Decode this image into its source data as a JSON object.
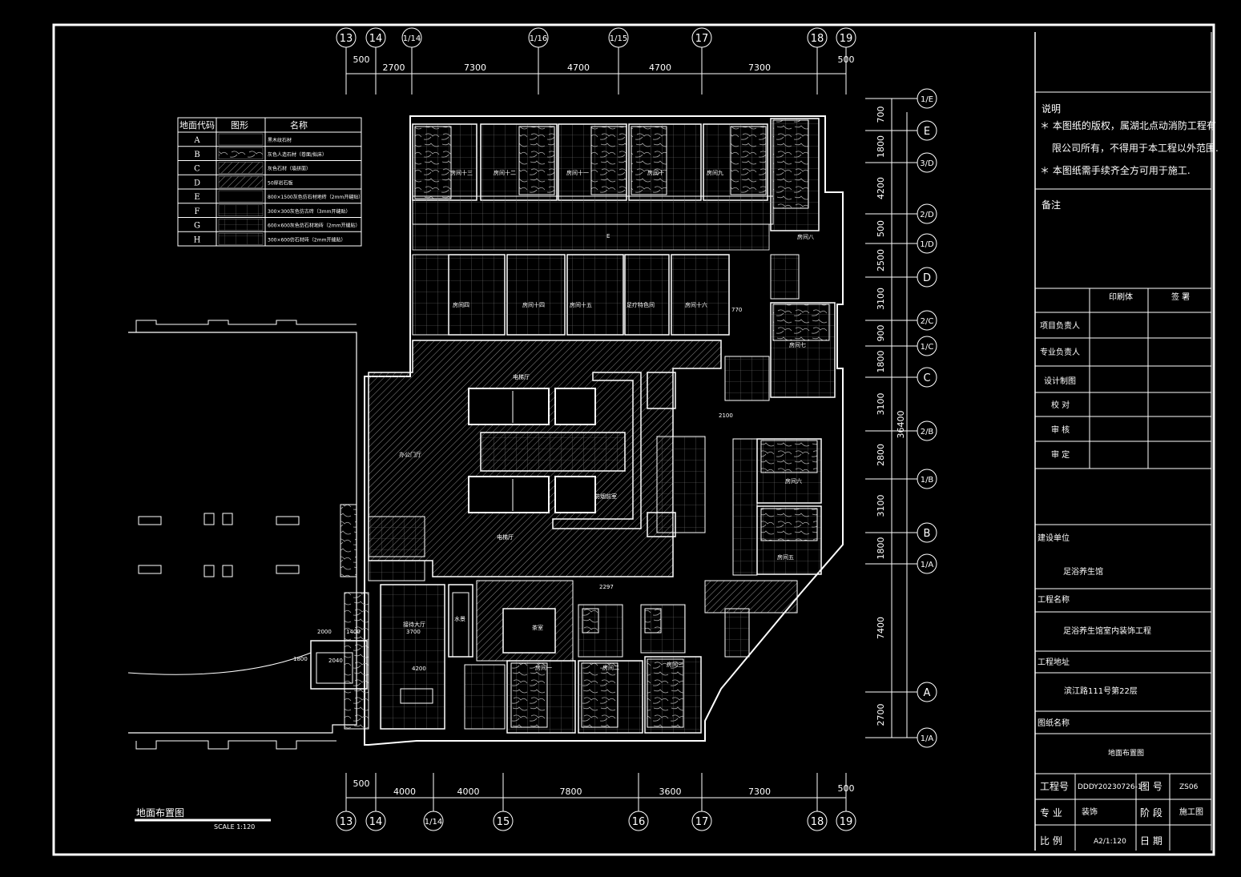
{
  "colors": {
    "background": "#000000",
    "line": "#ffffff",
    "border": "#ffffff",
    "accent_gray": "#9a9a9a"
  },
  "axes": {
    "top_labels": [
      "13",
      "14",
      "1/14",
      "1/16",
      "1/15",
      "17",
      "18",
      "19"
    ],
    "top_dims": [
      "500",
      "2700",
      "7300",
      "4700",
      "4700",
      "7300",
      "500"
    ],
    "bottom_labels": [
      "13",
      "14",
      "1/14",
      "15",
      "16",
      "17",
      "18",
      "19"
    ],
    "bottom_dims": [
      "500",
      "4000",
      "4000",
      "7800",
      "3600",
      "7300",
      "500"
    ],
    "right_labels": [
      "1/E",
      "E",
      "3/D",
      "2/D",
      "1/D",
      "D",
      "2/C",
      "1/C",
      "C",
      "2/B",
      "1/B",
      "B",
      "1/A",
      "A",
      "1/A"
    ],
    "right_dims": [
      "700",
      "1800",
      "4200",
      "500",
      "2500",
      "3100",
      "900",
      "1800",
      "3100",
      "2800",
      "3100",
      "1800",
      "7400",
      "2700"
    ],
    "right_total": "36400"
  },
  "legend": {
    "headers": [
      "地面代码",
      "图形",
      "名称"
    ],
    "rows": [
      {
        "code": "A",
        "name": "黑木纹石材"
      },
      {
        "code": "B",
        "name": "灰色人造石材（卷面/拟床）"
      },
      {
        "code": "C",
        "name": "灰色石材（墙拼面）"
      },
      {
        "code": "D",
        "name": "50厚岩石板"
      },
      {
        "code": "E",
        "name": "800×1500灰色仿石材地砖（2mm开缝贴）"
      },
      {
        "code": "F",
        "name": "300×300灰色仿古砖（3mm开缝贴）"
      },
      {
        "code": "G",
        "name": "600×600灰色仿石材地砖（2mm开缝贴）"
      },
      {
        "code": "H",
        "name": "300×600仿石材砖（2mm开缝贴）"
      }
    ]
  },
  "rooms": {
    "r13": "房间十三",
    "r12": "房间十二",
    "r11": "房间十一",
    "r10": "房间十",
    "r9": "房间九",
    "r8": "房间八",
    "r4": "房间四",
    "r14": "房间十四",
    "r15": "房间十五",
    "r17": "足疗特色间",
    "r16": "房间十六",
    "r7": "房间七",
    "r6": "房间六",
    "r5": "房间五",
    "r3": "房间三",
    "r2": "房间二",
    "r1": "房间一",
    "office": "办公门厅",
    "lobby1": "电梯厅",
    "lobby2": "电梯厅",
    "fire": "防烟前室",
    "reception": "接待大厅",
    "tea": "茶室",
    "pool": "水景",
    "corridor": "E"
  },
  "dims_misc": {
    "d2100": "2100",
    "d770": "770",
    "d2297": "2297",
    "d3700": "3700",
    "d4200": "4200",
    "d2000": "2000",
    "d1400": "1400",
    "d1800": "1800",
    "d2040": "2040"
  },
  "drawing_title": {
    "title": "地面布置图",
    "scale": "SCALE 1:120"
  },
  "notes": {
    "heading": "说明",
    "lines": [
      "＊ 本图纸的版权，属湖北点动消防工程有",
      "限公司所有，不得用于本工程以外范围.",
      "＊ 本图纸需手续齐全方可用于施工."
    ],
    "remarks": "备注"
  },
  "title_block": {
    "col_print": "印刷体",
    "col_sign": "签 署",
    "roles": [
      "项目负责人",
      "专业负责人",
      "设计制图",
      "校 对",
      "审 核",
      "审 定"
    ],
    "client_label": "建设单位",
    "client": "足浴养生馆",
    "project_label": "工程名称",
    "project": "足浴养生馆室内装饰工程",
    "address_label": "工程地址",
    "address": "滨江路111号第22层",
    "drawing_label": "图纸名称",
    "drawing": "地面布置图",
    "proj_no_label": "工程号",
    "proj_no": "DDDY20230726-1",
    "dwg_no_label": "图 号",
    "dwg_no": "ZS06",
    "discipline_label": "专 业",
    "discipline": "装饰",
    "stage_label": "阶 段",
    "stage": "施工图",
    "scale_label": "比 例",
    "scale": "A2/1:120",
    "date_label": "日 期"
  }
}
